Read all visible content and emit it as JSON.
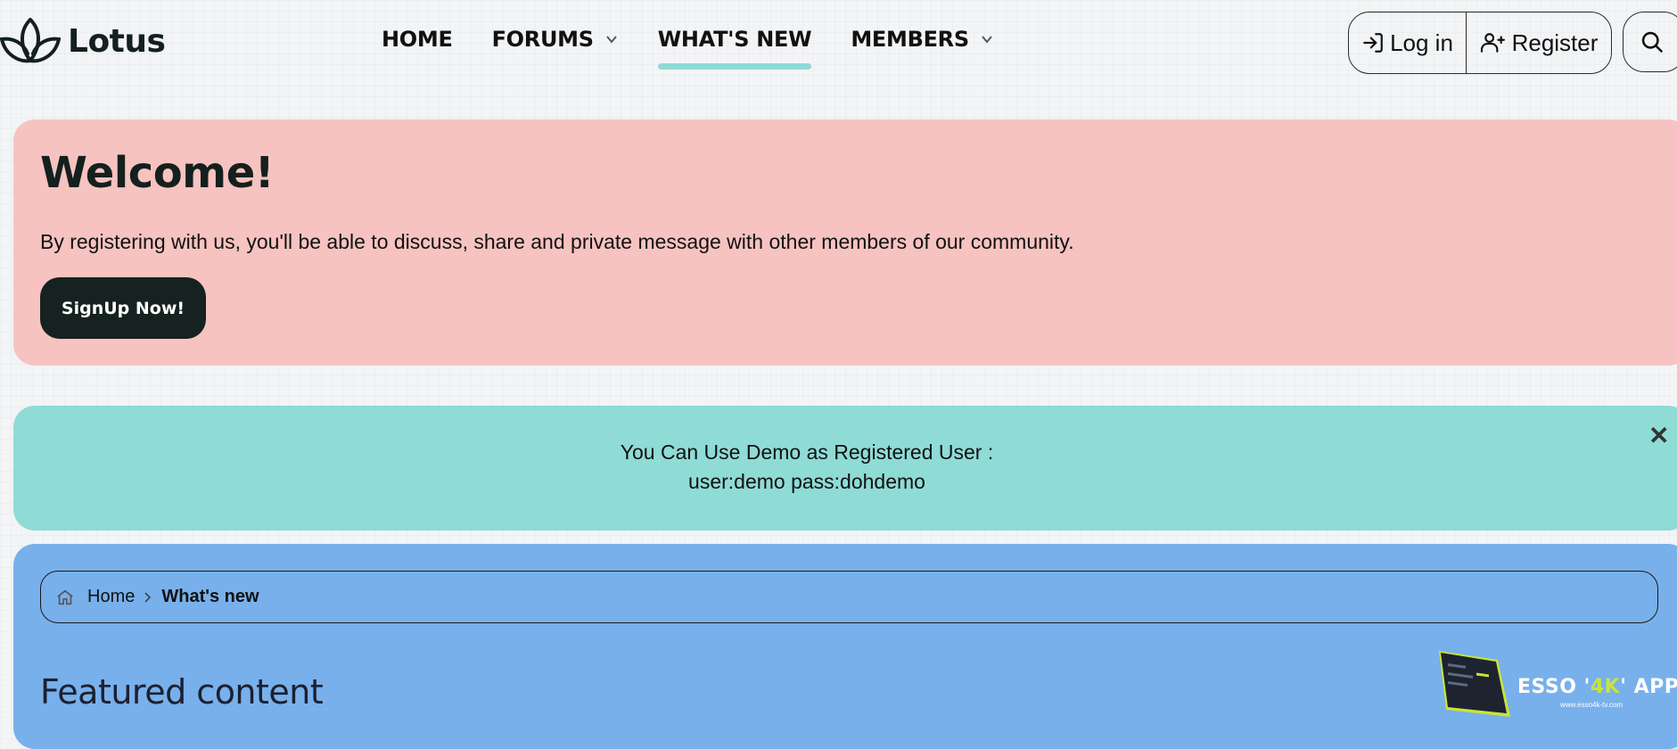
{
  "brand": {
    "name": "Lotus"
  },
  "nav": {
    "items": [
      {
        "label": "HOME"
      },
      {
        "label": "FORUMS"
      },
      {
        "label": "WHAT'S NEW"
      },
      {
        "label": "MEMBERS"
      }
    ],
    "active": "WHAT'S NEW"
  },
  "auth": {
    "login_label": "Log in",
    "register_label": "Register"
  },
  "welcome": {
    "title": "Welcome!",
    "text": "By registering with us, you'll be able to discuss, share and private message with other members of our community.",
    "button_label": "SignUp Now!"
  },
  "notice": {
    "line1": "You Can Use Demo as Registered User :",
    "line2": "user:demo pass:dohdemo",
    "close_glyph": "✕"
  },
  "breadcrumb": {
    "home_label": "Home",
    "current_label": "What's new"
  },
  "main": {
    "section_title": "Featured content"
  },
  "watermark": {
    "text_before": "ESSO '",
    "text_highlight": "4K",
    "text_after": "' APPS",
    "url": "www.esso4k-tv.com"
  },
  "colors": {
    "welcome_bg": "#f6c3c0",
    "notice_bg": "#8fdbd6",
    "panel_bg": "#78b0eb",
    "button_dark": "#152220",
    "nav_active_underline": "#8fdad6"
  }
}
